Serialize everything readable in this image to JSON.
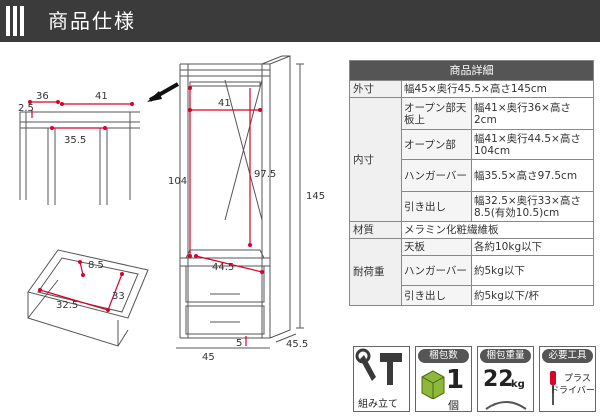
{
  "header": {
    "title": "商品仕様"
  },
  "drawing": {
    "top_view": {
      "w1": "36",
      "w2": "41",
      "d1": "2.5",
      "d2": "35.5"
    },
    "drawer_view": {
      "a": "8.5",
      "b": "33",
      "c": "32.5"
    },
    "main_view": {
      "inner_w": "41",
      "h1": "104",
      "h2": "97.5",
      "shelf_w": "44.5",
      "total_h": "145",
      "w": "45",
      "d": "45.5",
      "foot": "5"
    }
  },
  "spec_table": {
    "title": "商品詳細",
    "outer_label": "外寸",
    "outer_value": "幅45×奥行45.5×高さ145cm",
    "inner_label": "内寸",
    "inner_rows": [
      {
        "sub": "オープン部天板上",
        "value": "幅41×奥行36×高さ2cm"
      },
      {
        "sub": "オープン部",
        "value": "幅41×奥行44.5×高さ104cm"
      },
      {
        "sub": "ハンガーバー",
        "value": "幅35.5×高さ97.5cm"
      },
      {
        "sub": "引き出し",
        "value": "幅32.5×奥行33×高さ8.5(有効10.5)cm"
      }
    ],
    "material_label": "材質",
    "material_value": "メラミン化粧繊維板",
    "load_label": "耐荷重",
    "load_rows": [
      {
        "sub": "天板",
        "value": "各約10kg以下"
      },
      {
        "sub": "ハンガーバー",
        "value": "約5kg以下"
      },
      {
        "sub": "引き出し",
        "value": "約5kg以下/杯"
      }
    ]
  },
  "icons": {
    "assembly": {
      "label": "組み立て"
    },
    "packages": {
      "caption": "梱包数",
      "number": "1",
      "unit": "個"
    },
    "weight": {
      "caption": "梱包重量",
      "number": "22",
      "unit": "kg"
    },
    "tools": {
      "caption": "必要工具",
      "line1": "プラス",
      "line2": "ドライバー"
    }
  }
}
